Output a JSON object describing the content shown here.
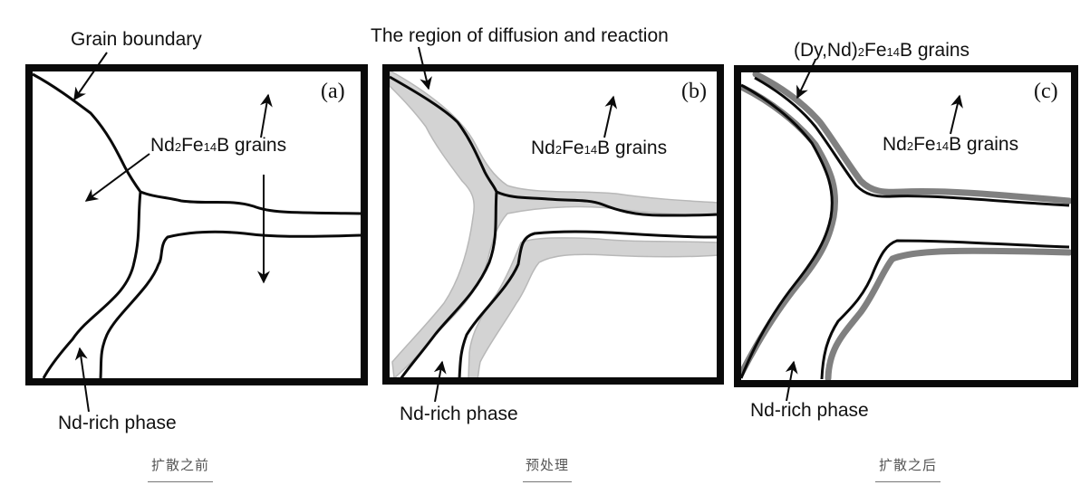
{
  "figure": {
    "panels": [
      {
        "tag": "(a)",
        "callouts": {
          "top": "Grain boundary",
          "grains_main": "Nd",
          "grains_sub1": "2",
          "grains_mid": "Fe",
          "grains_sub2": "14",
          "grains_end": "B grains",
          "bottom": "Nd-rich phase"
        },
        "caption": "扩散之前"
      },
      {
        "tag": "(b)",
        "callouts": {
          "top": "The region of diffusion and reaction",
          "grains_main": "Nd",
          "grains_sub1": "2",
          "grains_mid": "Fe",
          "grains_sub2": "14",
          "grains_end": "B grains",
          "bottom": "Nd-rich phase"
        },
        "caption": "预处理"
      },
      {
        "tag": "(c)",
        "callouts": {
          "top_main": "(Dy,Nd)",
          "top_sub1": "2",
          "top_mid": "Fe",
          "top_sub2": "14",
          "top_end": "B grains",
          "grains_main": "Nd",
          "grains_sub1": "2",
          "grains_mid": "Fe",
          "grains_sub2": "14",
          "grains_end": "B grains",
          "bottom": "Nd-rich phase"
        },
        "caption": "扩散之后"
      }
    ],
    "colors": {
      "line": "#0a0a0a",
      "diffusion_region": "#d3d3d3",
      "shell": "#808080"
    }
  }
}
